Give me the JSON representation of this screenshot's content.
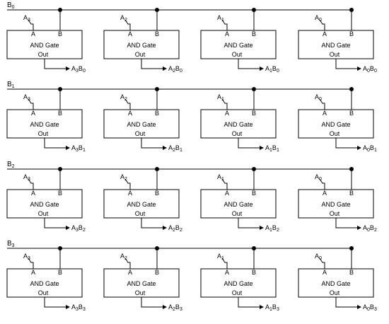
{
  "rows": [
    {
      "bus_label": {
        "main": "B",
        "sub": "0"
      },
      "gates": [
        {
          "input_label": {
            "main": "A",
            "sub": "3"
          },
          "pin_a": "A",
          "pin_b": "B",
          "title": "AND Gate",
          "out": "Out",
          "output_label": {
            "a": "A",
            "a_sub": "3",
            "b": "B",
            "b_sub": "0"
          }
        },
        {
          "input_label": {
            "main": "A",
            "sub": "2"
          },
          "pin_a": "A",
          "pin_b": "B",
          "title": "AND Gate",
          "out": "Out",
          "output_label": {
            "a": "A",
            "a_sub": "2",
            "b": "B",
            "b_sub": "0"
          }
        },
        {
          "input_label": {
            "main": "A",
            "sub": "1"
          },
          "pin_a": "A",
          "pin_b": "B",
          "title": "AND Gate",
          "out": "Out",
          "output_label": {
            "a": "A",
            "a_sub": "1",
            "b": "B",
            "b_sub": "0"
          }
        },
        {
          "input_label": {
            "main": "A",
            "sub": "0"
          },
          "pin_a": "A",
          "pin_b": "B",
          "title": "AND Gate",
          "out": "Out",
          "output_label": {
            "a": "A",
            "a_sub": "0",
            "b": "B",
            "b_sub": "0"
          }
        }
      ]
    },
    {
      "bus_label": {
        "main": "B",
        "sub": "1"
      },
      "gates": [
        {
          "input_label": {
            "main": "A",
            "sub": "3"
          },
          "pin_a": "A",
          "pin_b": "B",
          "title": "AND Gate",
          "out": "Out",
          "output_label": {
            "a": "A",
            "a_sub": "3",
            "b": "B",
            "b_sub": "1"
          }
        },
        {
          "input_label": {
            "main": "A",
            "sub": "2"
          },
          "pin_a": "A",
          "pin_b": "B",
          "title": "AND Gate",
          "out": "Out",
          "output_label": {
            "a": "A",
            "a_sub": "2",
            "b": "B",
            "b_sub": "1"
          }
        },
        {
          "input_label": {
            "main": "A",
            "sub": "1"
          },
          "pin_a": "A",
          "pin_b": "B",
          "title": "AND Gate",
          "out": "Out",
          "output_label": {
            "a": "A",
            "a_sub": "1",
            "b": "B",
            "b_sub": "1"
          }
        },
        {
          "input_label": {
            "main": "A",
            "sub": "0"
          },
          "pin_a": "A",
          "pin_b": "B",
          "title": "AND Gate",
          "out": "Out",
          "output_label": {
            "a": "A",
            "a_sub": "0",
            "b": "B",
            "b_sub": "1"
          }
        }
      ]
    },
    {
      "bus_label": {
        "main": "B",
        "sub": "2"
      },
      "gates": [
        {
          "input_label": {
            "main": "A",
            "sub": "3"
          },
          "pin_a": "A",
          "pin_b": "B",
          "title": "AND Gate",
          "out": "Out",
          "output_label": {
            "a": "A",
            "a_sub": "3",
            "b": "B",
            "b_sub": "2"
          }
        },
        {
          "input_label": {
            "main": "A",
            "sub": "2"
          },
          "pin_a": "A",
          "pin_b": "B",
          "title": "AND Gate",
          "out": "Out",
          "output_label": {
            "a": "A",
            "a_sub": "2",
            "b": "B",
            "b_sub": "2"
          }
        },
        {
          "input_label": {
            "main": "A",
            "sub": "1"
          },
          "pin_a": "A",
          "pin_b": "B",
          "title": "AND Gate",
          "out": "Out",
          "output_label": {
            "a": "A",
            "a_sub": "1",
            "b": "B",
            "b_sub": "2"
          }
        },
        {
          "input_label": {
            "main": "A",
            "sub": "0"
          },
          "pin_a": "A",
          "pin_b": "B",
          "title": "AND Gate",
          "out": "Out",
          "output_label": {
            "a": "A",
            "a_sub": "0",
            "b": "B",
            "b_sub": "2"
          }
        }
      ]
    },
    {
      "bus_label": {
        "main": "B",
        "sub": "3"
      },
      "gates": [
        {
          "input_label": {
            "main": "A",
            "sub": "3"
          },
          "pin_a": "A",
          "pin_b": "B",
          "title": "AND Gate",
          "out": "Out",
          "output_label": {
            "a": "A",
            "a_sub": "3",
            "b": "B",
            "b_sub": "3"
          }
        },
        {
          "input_label": {
            "main": "A",
            "sub": "2"
          },
          "pin_a": "A",
          "pin_b": "B",
          "title": "AND Gate",
          "out": "Out",
          "output_label": {
            "a": "A",
            "a_sub": "2",
            "b": "B",
            "b_sub": "3"
          }
        },
        {
          "input_label": {
            "main": "A",
            "sub": "1"
          },
          "pin_a": "A",
          "pin_b": "B",
          "title": "AND Gate",
          "out": "Out",
          "output_label": {
            "a": "A",
            "a_sub": "1",
            "b": "B",
            "b_sub": "3"
          }
        },
        {
          "input_label": {
            "main": "A",
            "sub": "0"
          },
          "pin_a": "A",
          "pin_b": "B",
          "title": "AND Gate",
          "out": "Out",
          "output_label": {
            "a": "A",
            "a_sub": "0",
            "b": "B",
            "b_sub": "3"
          }
        }
      ]
    }
  ],
  "colors": {
    "line": "#000000",
    "background": "#ffffff"
  }
}
